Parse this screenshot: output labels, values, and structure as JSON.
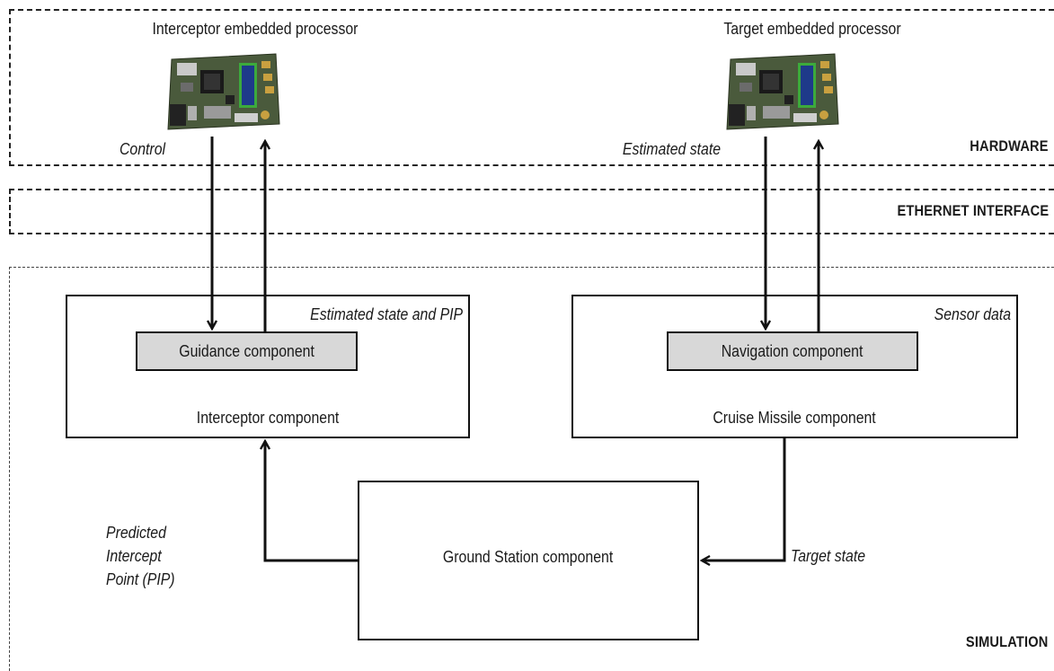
{
  "regions": {
    "hardware": "HARDWARE",
    "ethernet": "ETHERNET INTERFACE",
    "simulation": "SIMULATION"
  },
  "hardware": {
    "interceptor_processor": "Interceptor embedded processor",
    "target_processor": "Target embedded processor",
    "control_label": "Control",
    "estimated_state_label": "Estimated state"
  },
  "simulation": {
    "interceptor_component": "Interceptor component",
    "guidance_component": "Guidance component",
    "estimated_state_pip": "Estimated state and PIP",
    "cruise_missile_component": "Cruise Missile component",
    "navigation_component": "Navigation component",
    "sensor_data": "Sensor data",
    "ground_station_component": "Ground Station component",
    "pip_line1": "Predicted",
    "pip_line2": "Intercept",
    "pip_line3": "Point (PIP)",
    "target_state": "Target state"
  },
  "colors": {
    "line": "#111111",
    "component_fill": "#d8d8d8",
    "board_pcb": "#4a5a3c",
    "board_display": "#1e3a8a",
    "board_display_border": "#3caa3c"
  },
  "icons": [
    "circuit-board-icon"
  ]
}
